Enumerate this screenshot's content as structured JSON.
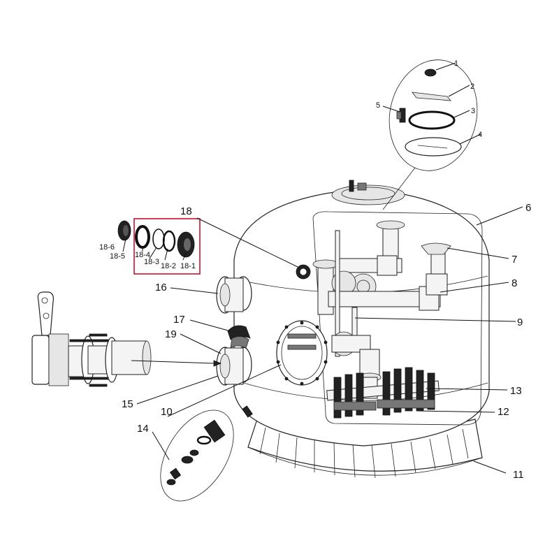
{
  "diagram": {
    "callouts": {
      "c1": "1",
      "c2": "2",
      "c3": "3",
      "c4": "4",
      "c5": "5",
      "c6": "6",
      "c7": "7",
      "c8": "8",
      "c9": "9",
      "c10": "10",
      "c11": "11",
      "c12": "12",
      "c13": "13",
      "c14": "14",
      "c15": "15",
      "c16": "16",
      "c17": "17",
      "c18": "18",
      "c19": "19",
      "c18_1": "18-1",
      "c18_2": "18-2",
      "c18_3": "18-3",
      "c18_4": "18-4",
      "c18_5": "18-5",
      "c18_6": "18-6"
    },
    "highlight_color": "#c8102e"
  }
}
